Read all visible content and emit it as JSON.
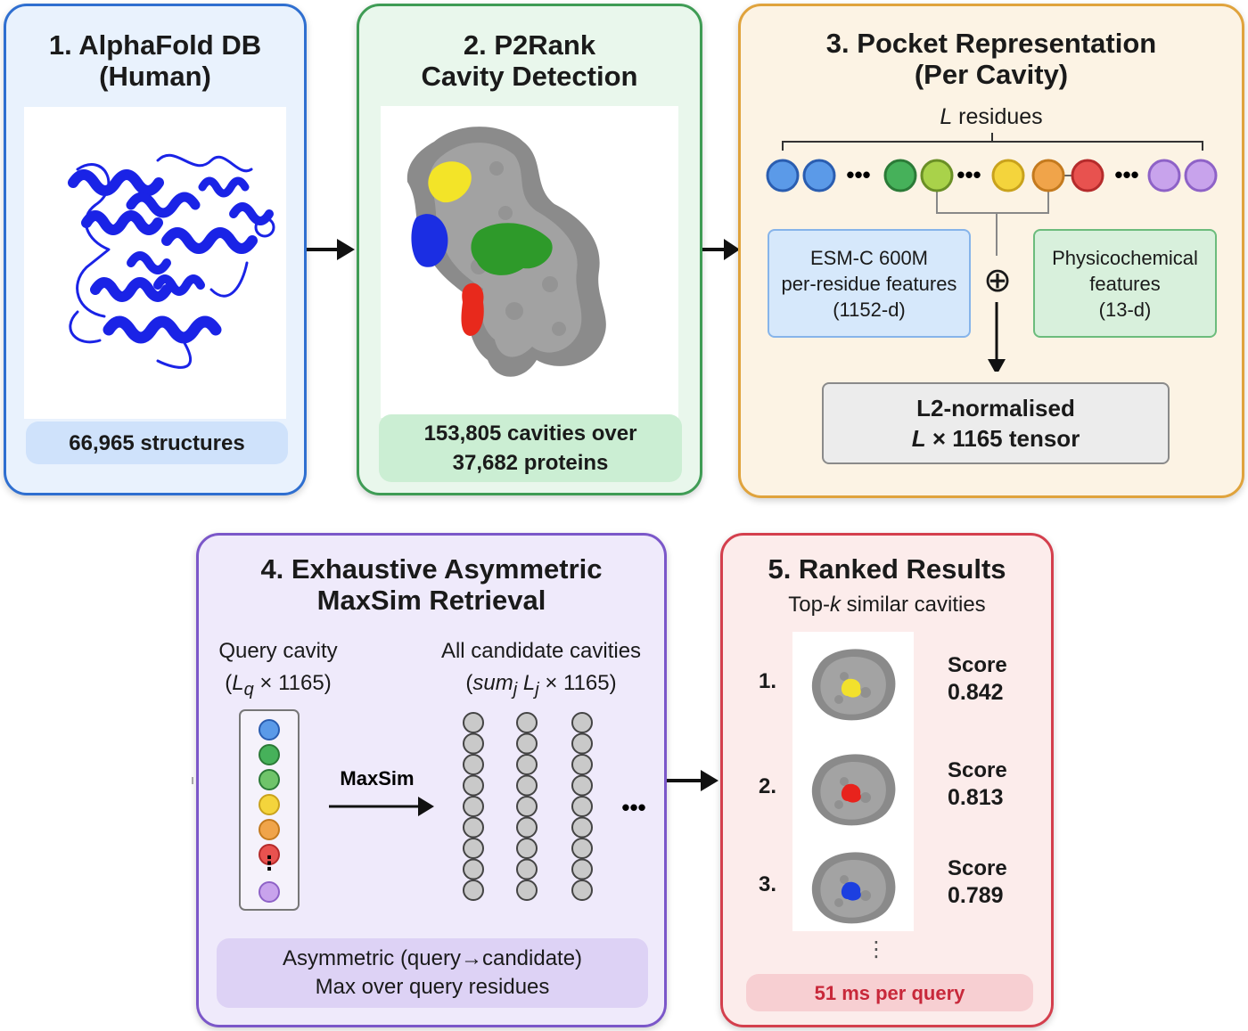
{
  "panel1": {
    "title_line1": "1. AlphaFold DB",
    "title_line2": "(Human)",
    "stat": "66,965 structures"
  },
  "panel2": {
    "title_line1": "2. P2Rank",
    "title_line2": "Cavity Detection",
    "stat_line1": "153,805 cavities over",
    "stat_line2": "37,682 proteins"
  },
  "panel3": {
    "title_line1": "3. Pocket Representation",
    "title_line2": "(Per Cavity)",
    "residues_var": "L",
    "residues_label": "residues",
    "esm_line1": "ESM-C 600M",
    "esm_line2": "per-residue features",
    "esm_line3": "(1152-d)",
    "physchem_line1": "Physicochemical",
    "physchem_line2": "features",
    "physchem_line3": "(13-d)",
    "concat_symbol": "⊕",
    "output_line1": "L2-normalised",
    "output_var": "L",
    "output_line2_rest": "× 1165 tensor",
    "residue_colors": [
      "#5b9ae8",
      "#5b9ae8",
      "#46b15a",
      "#a9d24a",
      "#f4d43c",
      "#f0a44a",
      "#e8524f",
      "#c8a3ec",
      "#c8a3ec"
    ]
  },
  "panel4": {
    "title_line1": "4. Exhaustive Asymmetric",
    "title_line2": "MaxSim Retrieval",
    "query_label": "Query cavity",
    "query_dim_var": "L",
    "query_dim_sub": "q",
    "query_dim_rest": "× 1165)",
    "candidate_label": "All candidate cavities",
    "candidate_dim_var": "sum",
    "candidate_dim_sub": "j",
    "candidate_dim_var2": "L",
    "candidate_dim_sub2": "j",
    "candidate_dim_rest": "× 1165)",
    "maxsim_label": "MaxSim",
    "footer_line1": "Asymmetric (query→candidate)",
    "footer_line2": "Max over query residues",
    "query_colors": [
      "#5b9ae8",
      "#46b15a",
      "#6fc46a",
      "#f4d43c",
      "#f0a44a",
      "#e8524f",
      "#c8a3ec"
    ]
  },
  "panel5": {
    "title": "5. Ranked Results",
    "subtitle_pre": "Top-",
    "subtitle_k": "k",
    "subtitle_post": "similar cavities",
    "results": [
      {
        "rank": "1.",
        "score_label": "Score",
        "score": "0.842",
        "pocket_color": "#f2e12c"
      },
      {
        "rank": "2.",
        "score_label": "Score",
        "score": "0.813",
        "pocket_color": "#e8231d"
      },
      {
        "rank": "3.",
        "score_label": "Score",
        "score": "0.789",
        "pocket_color": "#1c3fe0"
      }
    ],
    "timing": "51 ms per query"
  }
}
